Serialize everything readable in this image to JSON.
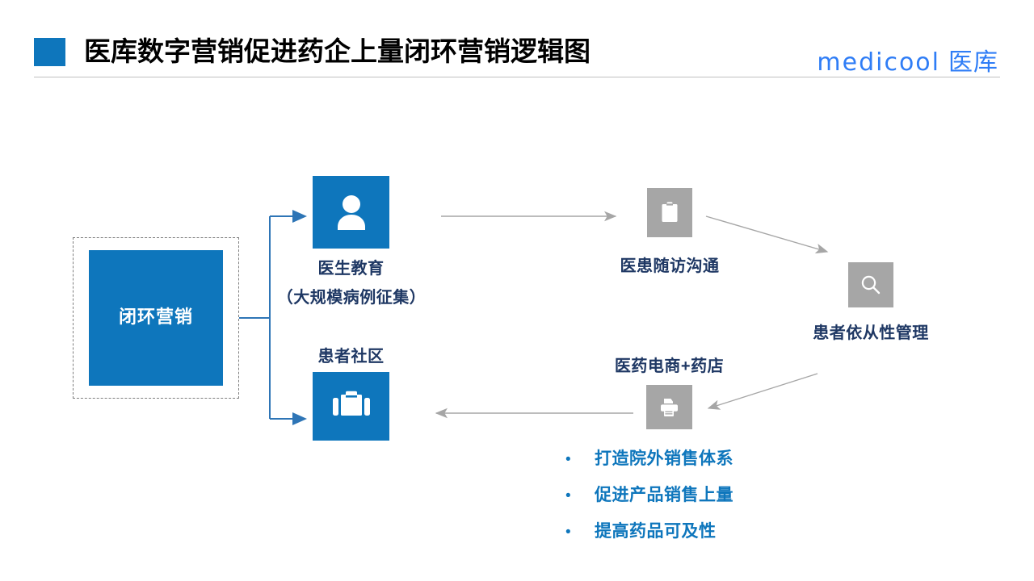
{
  "header": {
    "title": "医库数字营销促进药企上量闭环营销逻辑图",
    "accent_color": "#0E76BC",
    "logo_word": "medicool",
    "logo_cn": "医库",
    "logo_color": "#2f7df6"
  },
  "diagram": {
    "core": {
      "label": "闭环营销",
      "box_color": "#0E76BC",
      "text_color": "#ffffff",
      "border_style": "dashed"
    },
    "nodes": [
      {
        "id": "doctor-education",
        "label": "医生教育",
        "sublabel": "（大规模病例征集）",
        "icon": "person-icon",
        "tile_color": "#0E76BC",
        "label_color": "#1F3864",
        "label_position": "below"
      },
      {
        "id": "patient-community",
        "label": "患者社区",
        "icon": "briefcase-icon",
        "tile_color": "#0E76BC",
        "label_color": "#1F3864",
        "label_position": "above"
      },
      {
        "id": "followup-communication",
        "label": "医患随访沟通",
        "icon": "clipboard-icon",
        "tile_color": "#A6A6A6",
        "label_color": "#1F3864",
        "label_position": "below"
      },
      {
        "id": "adherence-management",
        "label": "患者依从性管理",
        "icon": "search-icon",
        "tile_color": "#A6A6A6",
        "label_color": "#1F3864",
        "label_position": "below"
      },
      {
        "id": "ecommerce-pharmacy",
        "label": "医药电商+药店",
        "icon": "printer-icon",
        "tile_color": "#A6A6A6",
        "label_color": "#1F3864",
        "label_position": "above"
      }
    ],
    "bullets": [
      {
        "marker": "•",
        "text": "打造院外销售体系"
      },
      {
        "marker": "•",
        "text": "促进产品销售上量"
      },
      {
        "marker": "•",
        "text": "提高药品可及性"
      }
    ],
    "bullet_color": "#0E76BC",
    "arrow_colors": {
      "primary": "#2E75B6",
      "secondary": "#A6A6A6"
    }
  }
}
